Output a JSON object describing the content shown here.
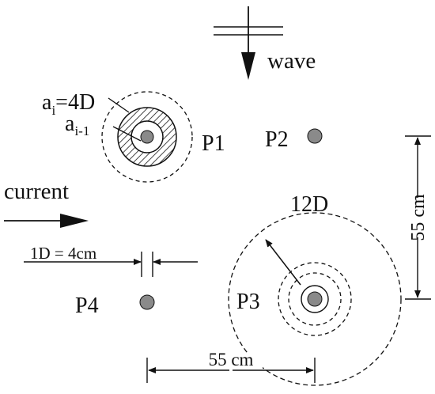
{
  "labels": {
    "wave": "wave",
    "current": "current",
    "p1": "P1",
    "p2": "P2",
    "p3": "P3",
    "p4": "P4",
    "ai_base": "a",
    "ai_sub": "i",
    "ai_value": "=4D",
    "ai1_base": "a",
    "ai1_sub": "i-1",
    "twelve_d": "12D",
    "one_d": "1D = 4cm",
    "dim_vertical": "55 cm",
    "dim_horizontal": "55 cm"
  },
  "colors": {
    "line": "#111111",
    "pile_fill": "#8a8a8a",
    "background": "#ffffff"
  }
}
